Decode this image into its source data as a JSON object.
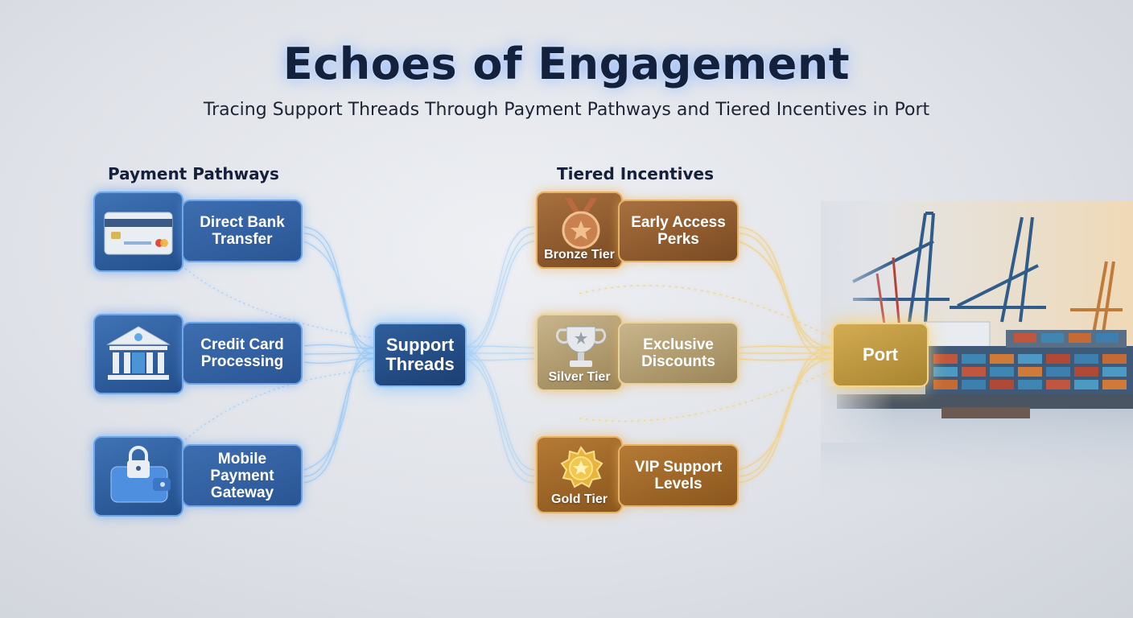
{
  "title": "Echoes of Engagement",
  "subtitle": "Tracing Support Threads Through Payment Pathways and Tiered Incentives in Port",
  "sections": {
    "payment": "Payment Pathways",
    "incentives": "Tiered Incentives"
  },
  "payment_pathways": [
    {
      "label": "Direct Bank Transfer",
      "icon": "credit-card-icon"
    },
    {
      "label": "Credit Card Processing",
      "icon": "bank-building-icon"
    },
    {
      "label": "Mobile Payment Gateway",
      "icon": "locked-wallet-icon"
    }
  ],
  "hub": {
    "label": "Support Threads"
  },
  "tiers": [
    {
      "tier": "Bronze Tier",
      "perk": "Early Access Perks",
      "icon": "bronze-medal-icon"
    },
    {
      "tier": "Silver Tier",
      "perk": "Exclusive Discounts",
      "icon": "silver-trophy-icon"
    },
    {
      "tier": "Gold Tier",
      "perk": "VIP Support Levels",
      "icon": "gold-badge-icon"
    }
  ],
  "destination": {
    "label": "Port",
    "illustration": "container-port-illustration"
  },
  "colors": {
    "blue_accent": "#3d6eb0",
    "blue_glow": "#6ea6ea",
    "gold_accent": "#d3ac52",
    "title": "#14213d"
  }
}
